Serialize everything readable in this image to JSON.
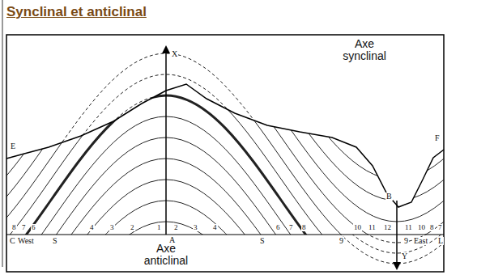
{
  "diagram": {
    "title": "Synclinal et anticlinal",
    "labels": [
      "Axe synclinal",
      "Axe anticlinal",
      "X",
      "E",
      "F",
      "B",
      "Y",
      "A",
      "C",
      "West",
      "S",
      "S",
      "9",
      "9",
      "East",
      "L",
      "8",
      "7",
      "6",
      "4",
      "3",
      "2",
      "1",
      "2",
      "3",
      "4",
      "6",
      "7",
      "8",
      "10",
      "11",
      "12",
      "11",
      "10",
      "8",
      "7"
    ]
  }
}
